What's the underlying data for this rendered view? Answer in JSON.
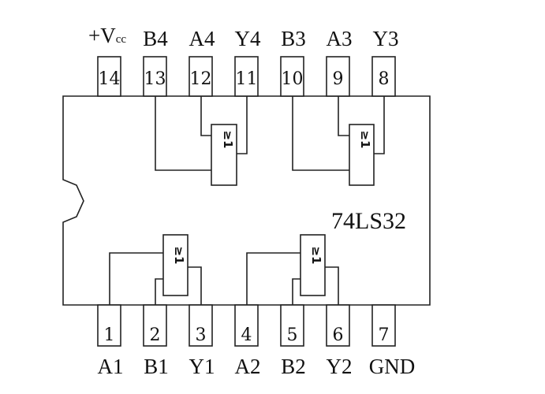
{
  "chip_label": "74LS32",
  "gate_symbol": "≥1",
  "vcc_label": {
    "main": "+V",
    "sub": "cc"
  },
  "top_pins": [
    {
      "number": "14",
      "label": ""
    },
    {
      "number": "13",
      "label": "B4"
    },
    {
      "number": "12",
      "label": "A4"
    },
    {
      "number": "11",
      "label": "Y4"
    },
    {
      "number": "10",
      "label": "B3"
    },
    {
      "number": "9",
      "label": "A3"
    },
    {
      "number": "8",
      "label": "Y3"
    }
  ],
  "bottom_pins": [
    {
      "number": "1",
      "label": "A1"
    },
    {
      "number": "2",
      "label": "B1"
    },
    {
      "number": "3",
      "label": "Y1"
    },
    {
      "number": "4",
      "label": "A2"
    },
    {
      "number": "5",
      "label": "B2"
    },
    {
      "number": "6",
      "label": "Y2"
    },
    {
      "number": "7",
      "label": "GND"
    }
  ]
}
